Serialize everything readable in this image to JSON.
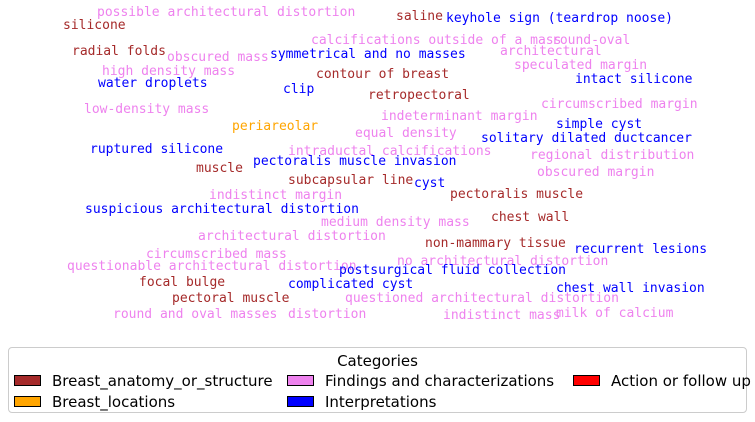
{
  "colors": {
    "Breast_anatomy_or_structure": "#a52a2a",
    "Breast_locations": "#ffa500",
    "Findings_and_characterizations": "#ee82ee",
    "Interpretations": "#0000ff",
    "Action_or_follow_up": "#ff0000"
  },
  "words": [
    {
      "text": "possible architectural distortion",
      "category": "Findings_and_characterizations"
    },
    {
      "text": "saline",
      "category": "Breast_anatomy_or_structure"
    },
    {
      "text": "keyhole sign (teardrop  noose)",
      "category": "Interpretations"
    },
    {
      "text": "silicone",
      "category": "Breast_anatomy_or_structure"
    },
    {
      "text": "calcifications outside of a mass",
      "category": "Findings_and_characterizations"
    },
    {
      "text": "round-oval",
      "category": "Findings_and_characterizations"
    },
    {
      "text": "radial folds",
      "category": "Breast_anatomy_or_structure"
    },
    {
      "text": "obscured mass",
      "category": "Findings_and_characterizations"
    },
    {
      "text": "symmetrical and no masses",
      "category": "Interpretations"
    },
    {
      "text": "architectural",
      "category": "Findings_and_characterizations"
    },
    {
      "text": "high density mass",
      "category": "Findings_and_characterizations"
    },
    {
      "text": "speculated margin",
      "category": "Findings_and_characterizations"
    },
    {
      "text": "contour of breast",
      "category": "Breast_anatomy_or_structure"
    },
    {
      "text": "water droplets",
      "category": "Interpretations"
    },
    {
      "text": "intact silicone",
      "category": "Interpretations"
    },
    {
      "text": "clip",
      "category": "Interpretations"
    },
    {
      "text": "retropectoral",
      "category": "Breast_anatomy_or_structure"
    },
    {
      "text": "low-density mass",
      "category": "Findings_and_characterizations"
    },
    {
      "text": "circumscribed margin",
      "category": "Findings_and_characterizations"
    },
    {
      "text": "indeterminant margin",
      "category": "Findings_and_characterizations"
    },
    {
      "text": "periareolar",
      "category": "Breast_locations"
    },
    {
      "text": "simple cyst",
      "category": "Interpretations"
    },
    {
      "text": "equal density",
      "category": "Findings_and_characterizations"
    },
    {
      "text": "solitary dilated duct",
      "category": "Interpretations"
    },
    {
      "text": "cancer",
      "category": "Interpretations"
    },
    {
      "text": "ruptured silicone",
      "category": "Interpretations"
    },
    {
      "text": "intraductal calcifications",
      "category": "Findings_and_characterizations"
    },
    {
      "text": "regional distribution",
      "category": "Findings_and_characterizations"
    },
    {
      "text": "pectoralis muscle invasion",
      "category": "Interpretations"
    },
    {
      "text": "muscle",
      "category": "Breast_anatomy_or_structure"
    },
    {
      "text": "obscured margin",
      "category": "Findings_and_characterizations"
    },
    {
      "text": "subcapsular line",
      "category": "Breast_anatomy_or_structure"
    },
    {
      "text": "cyst",
      "category": "Interpretations"
    },
    {
      "text": "indistinct margin",
      "category": "Findings_and_characterizations"
    },
    {
      "text": "pectoralis muscle",
      "category": "Breast_anatomy_or_structure"
    },
    {
      "text": "suspicious architectural distortion",
      "category": "Interpretations"
    },
    {
      "text": "chest wall",
      "category": "Breast_anatomy_or_structure"
    },
    {
      "text": "medium density mass",
      "category": "Findings_and_characterizations"
    },
    {
      "text": "architectural distortion",
      "category": "Findings_and_characterizations"
    },
    {
      "text": "non-mammary tissue",
      "category": "Breast_anatomy_or_structure"
    },
    {
      "text": "circumscribed mass",
      "category": "Findings_and_characterizations"
    },
    {
      "text": "recurrent lesions",
      "category": "Interpretations"
    },
    {
      "text": "no architectural distortion",
      "category": "Findings_and_characterizations"
    },
    {
      "text": "questionable architectural distortion",
      "category": "Findings_and_characterizations"
    },
    {
      "text": "postsurgical fluid collection",
      "category": "Interpretations"
    },
    {
      "text": "focal bulge",
      "category": "Breast_anatomy_or_structure"
    },
    {
      "text": "complicated cyst",
      "category": "Interpretations"
    },
    {
      "text": "chest wall invasion",
      "category": "Interpretations"
    },
    {
      "text": "pectoral muscle",
      "category": "Breast_anatomy_or_structure"
    },
    {
      "text": "questioned architectural distortion",
      "category": "Findings_and_characterizations"
    },
    {
      "text": "round and oval masses",
      "category": "Findings_and_characterizations"
    },
    {
      "text": "distortion",
      "category": "Findings_and_characterizations"
    },
    {
      "text": "indistinct mass",
      "category": "Findings_and_characterizations"
    },
    {
      "text": "milk of calcium",
      "category": "Findings_and_characterizations"
    }
  ],
  "legend": {
    "title": "Categories",
    "items": [
      {
        "label": "Breast_anatomy_or_structure",
        "color": "#a52a2a"
      },
      {
        "label": "Findings and characterizations",
        "color": "#ee82ee"
      },
      {
        "label": "Action or follow up",
        "color": "#ff0000"
      },
      {
        "label": "Breast_locations",
        "color": "#ffa500"
      },
      {
        "label": "Interpretations",
        "color": "#0000ff"
      }
    ]
  }
}
